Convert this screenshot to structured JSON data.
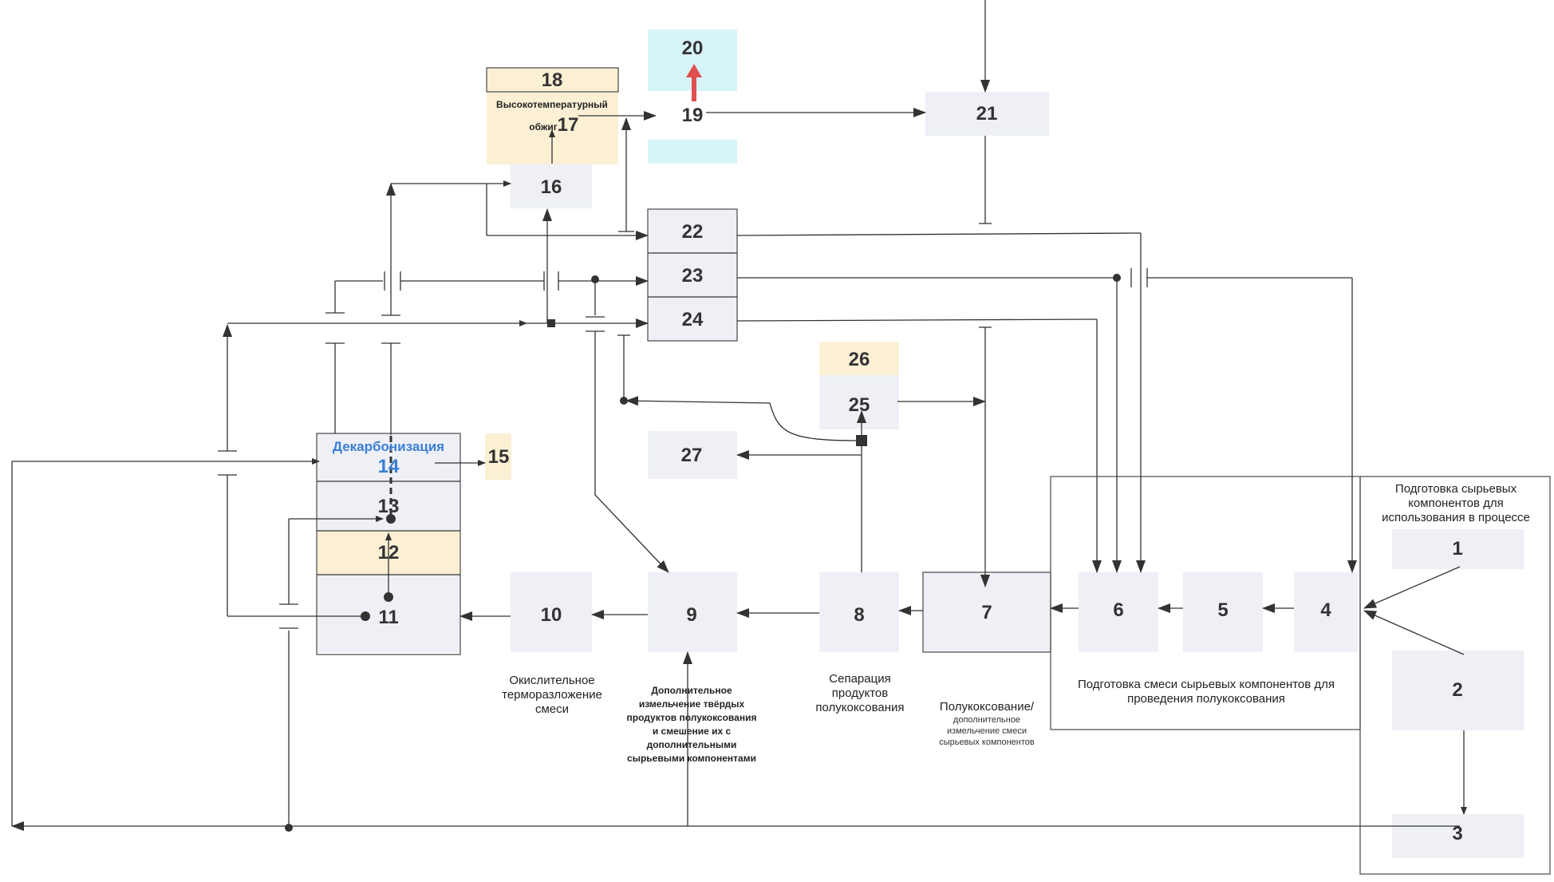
{
  "diagram": {
    "nodes": {
      "n1": "1",
      "n2": "2",
      "n3": "3",
      "n4": "4",
      "n5": "5",
      "n6": "6",
      "n7": "7",
      "n8": "8",
      "n9": "9",
      "n10": "10",
      "n11": "11",
      "n12": "12",
      "n13": "13",
      "n14": "14",
      "n15": "15",
      "n16": "16",
      "n17": "17",
      "n18": "18",
      "n19": "19",
      "n20": "20",
      "n21": "21",
      "n22": "22",
      "n23": "23",
      "n24": "24",
      "n25": "25",
      "n26": "26",
      "n27": "27"
    },
    "labels": {
      "decarbonization": "Декарбонизация",
      "high_temp_1": "Высокотемпературный",
      "high_temp_2": "обжиг",
      "prep_raw_1": "Подготовка сырьевых",
      "prep_raw_2": "компонентов для",
      "prep_raw_3": "использования в процессе",
      "prep_mix_1": "Подготовка смеси сырьевых компонентов для",
      "prep_mix_2": "проведения полукоксования",
      "semicoking_1": "Полукоксование/",
      "semicoking_2": "дополнительное",
      "semicoking_3": "измельчение  смеси",
      "semicoking_4": "сырьевых компонентов",
      "separation_1": "Сепарация",
      "separation_2": "продуктов",
      "separation_3": "полукоксования",
      "grinding_1": "Дополнительное",
      "grinding_2": "измельчение твёрдых",
      "grinding_3": "продуктов полукоксования",
      "grinding_4": "и смешение их с",
      "grinding_5": "дополнительными",
      "grinding_6": "сырьевыми компонентами",
      "oxidative_1": "Окислительное",
      "oxidative_2": "терморазложение",
      "oxidative_3": "смеси"
    }
  }
}
